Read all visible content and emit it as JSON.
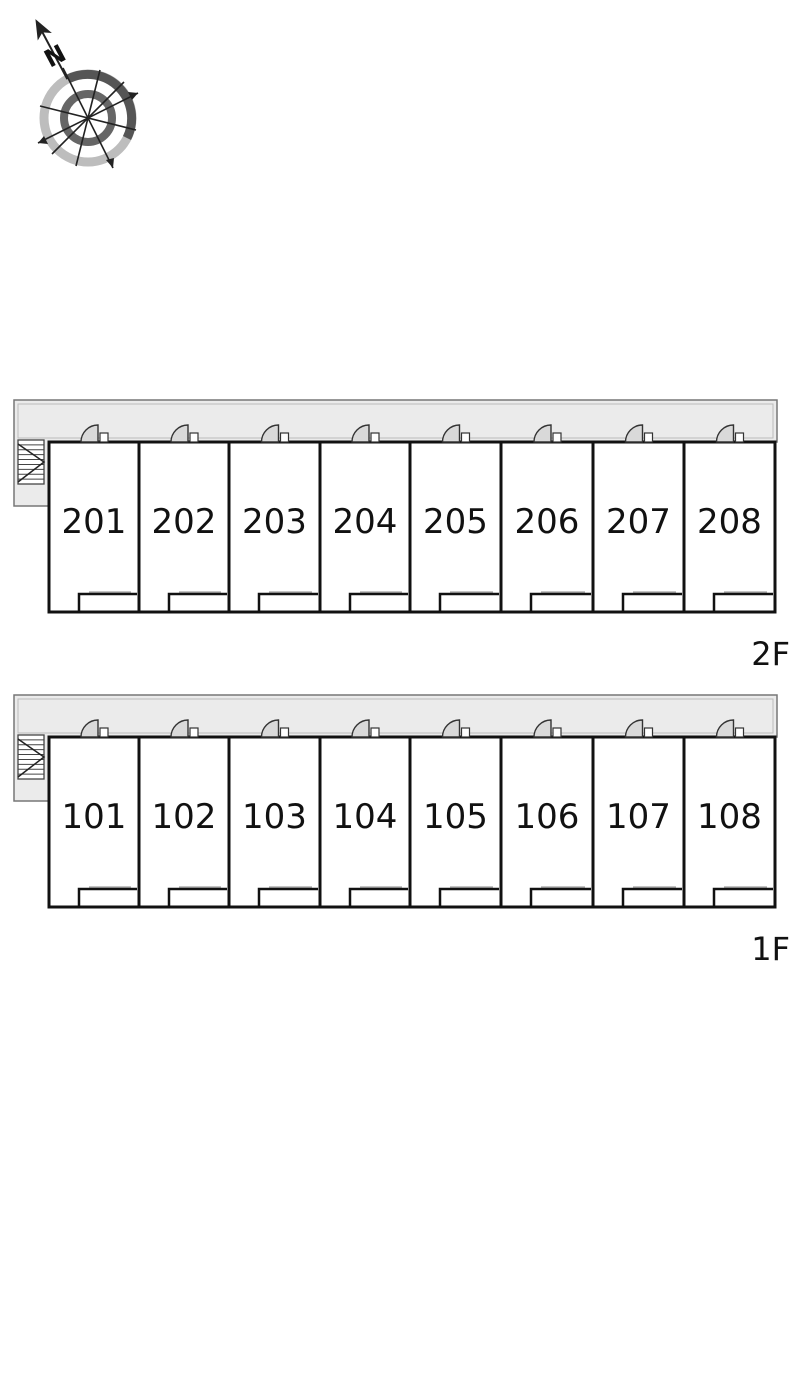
{
  "compass": {
    "north_letter": "N",
    "icon": "north-compass-icon"
  },
  "floors": [
    {
      "id": "2F",
      "label": "2F",
      "units": [
        "201",
        "202",
        "203",
        "204",
        "205",
        "206",
        "207",
        "208"
      ]
    },
    {
      "id": "1F",
      "label": "1F",
      "units": [
        "101",
        "102",
        "103",
        "104",
        "105",
        "106",
        "107",
        "108"
      ]
    }
  ],
  "colors": {
    "wall": "#111111",
    "corridor_fill": "#ebebeb",
    "corridor_stroke": "#777777",
    "door_fill": "#d9d9d9",
    "compass_outer": "#bdbdbd",
    "compass_inner": "#666666"
  }
}
